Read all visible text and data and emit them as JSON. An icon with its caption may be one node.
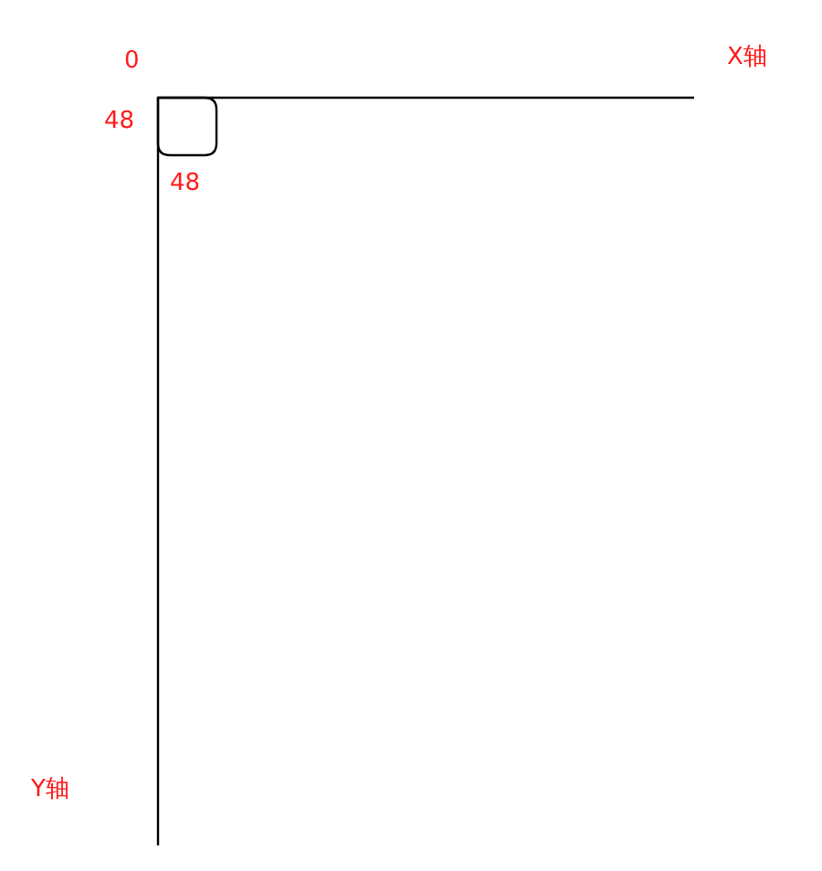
{
  "diagram": {
    "labels": [
      "0",
      "X轴",
      "48",
      "48",
      "Y轴"
    ]
  }
}
